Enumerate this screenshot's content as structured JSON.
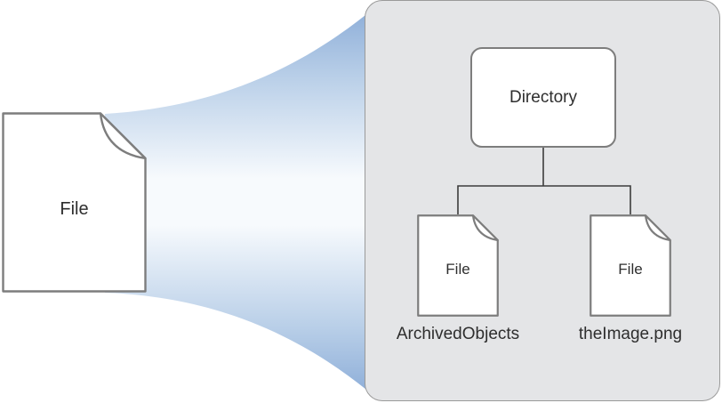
{
  "diagram": {
    "left_file": {
      "label": "File"
    },
    "panel": {
      "directory": {
        "label": "Directory"
      },
      "children": [
        {
          "icon_label": "File",
          "caption": "ArchivedObjects"
        },
        {
          "icon_label": "File",
          "caption": "theImage.png"
        }
      ]
    },
    "colors": {
      "panel_fill": "#e4e5e7",
      "panel_border": "#9a9a9a",
      "funnel_blue": "#8cadd8",
      "icon_border": "#7d7d7d",
      "connector_line": "#3d3d3d"
    }
  }
}
